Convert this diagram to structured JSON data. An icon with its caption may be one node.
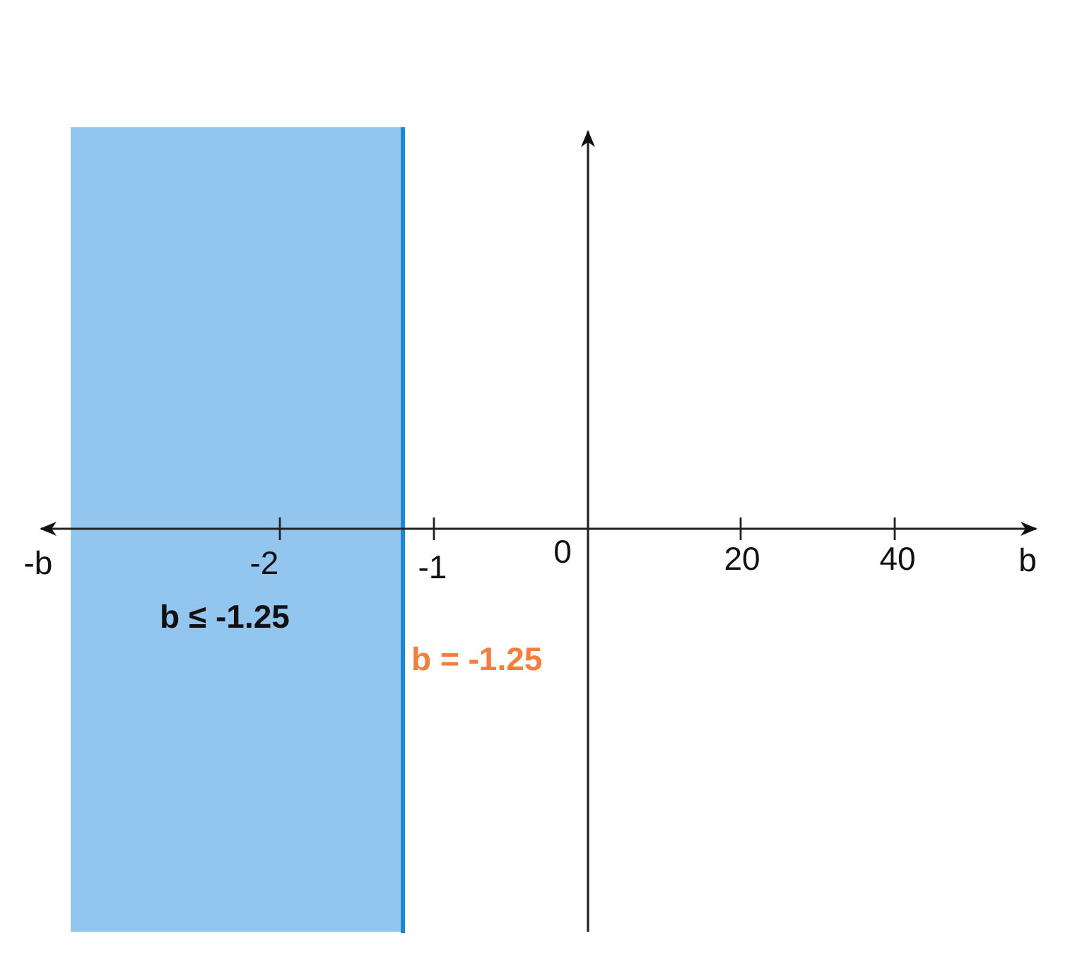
{
  "diagram": {
    "nodes": [
      {
        "text": [
          "b ≤ -1.25"
        ]
      }
    ],
    "labels": [
      "-b",
      "-2",
      "-1",
      "0",
      "20",
      "40",
      "b",
      "b = -1.25"
    ]
  }
}
